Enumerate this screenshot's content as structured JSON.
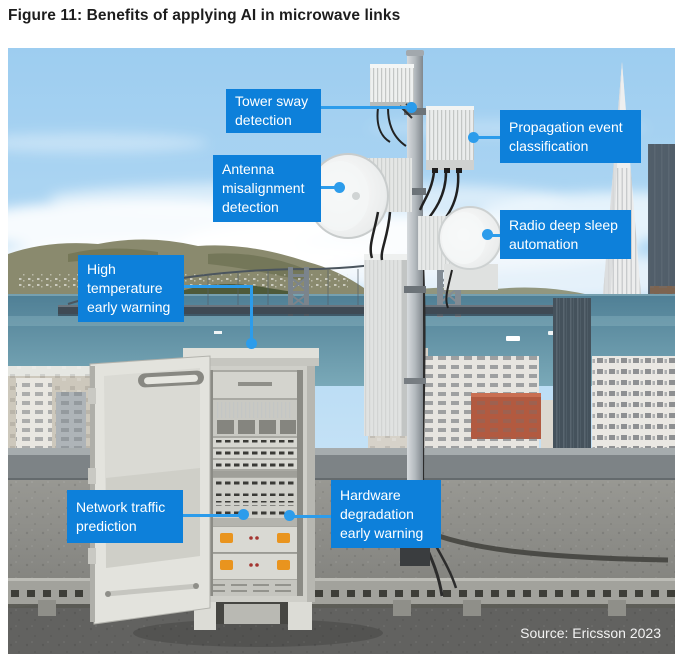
{
  "figure": {
    "title": "Figure 11: Benefits of applying AI in microwave links",
    "source": "Source: Ericsson 2023",
    "callouts": {
      "tower_sway": "Tower sway detection",
      "propagation": "Propagation event classification",
      "antenna_misalignment": "Antenna misalignment detection",
      "radio_sleep": "Radio deep sleep automation",
      "high_temperature": "High temperature early warning",
      "network_traffic": "Network traffic prediction",
      "hardware_degradation": "Hardware degradation early warning"
    },
    "colors": {
      "callout_bg": "#0d80da",
      "connector": "#2c9ceb",
      "title_text": "#1d1d1d",
      "label_text": "#ffffff"
    },
    "scene_elements": [
      "antenna-mast",
      "microwave-radio",
      "microwave-dish",
      "telecom-cabinet",
      "cabinet-door",
      "battery-units",
      "rooftop",
      "bay-bridge",
      "transamerica-pyramid",
      "city-skyline",
      "bay-water"
    ]
  }
}
